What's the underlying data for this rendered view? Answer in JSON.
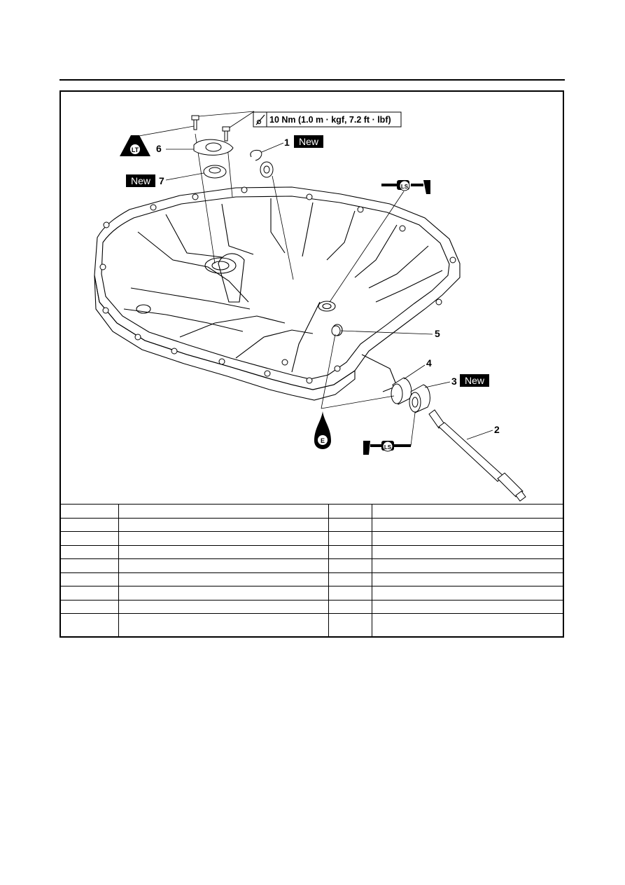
{
  "figure": {
    "torque": "10 Nm (1.0 m · kgf, 7.2 ft · lbf)",
    "callouts": [
      "1",
      "2",
      "3",
      "4",
      "5",
      "6",
      "7"
    ],
    "new_label": "New",
    "lubricant_ls": "LS",
    "lubricant_e": "E",
    "locktite_lt": "LT",
    "icons": [
      "torque-wrench-icon",
      "lithium-soap-grease-icon",
      "engine-oil-icon",
      "locking-agent-icon"
    ]
  },
  "table": {
    "rows": [
      [
        "",
        "",
        "",
        ""
      ],
      [
        "",
        "",
        "",
        ""
      ],
      [
        "",
        "",
        "",
        ""
      ],
      [
        "",
        "",
        "",
        ""
      ],
      [
        "",
        "",
        "",
        ""
      ],
      [
        "",
        "",
        "",
        ""
      ],
      [
        "",
        "",
        "",
        ""
      ],
      [
        "",
        "",
        "",
        ""
      ],
      [
        "",
        "",
        "",
        ""
      ]
    ]
  }
}
